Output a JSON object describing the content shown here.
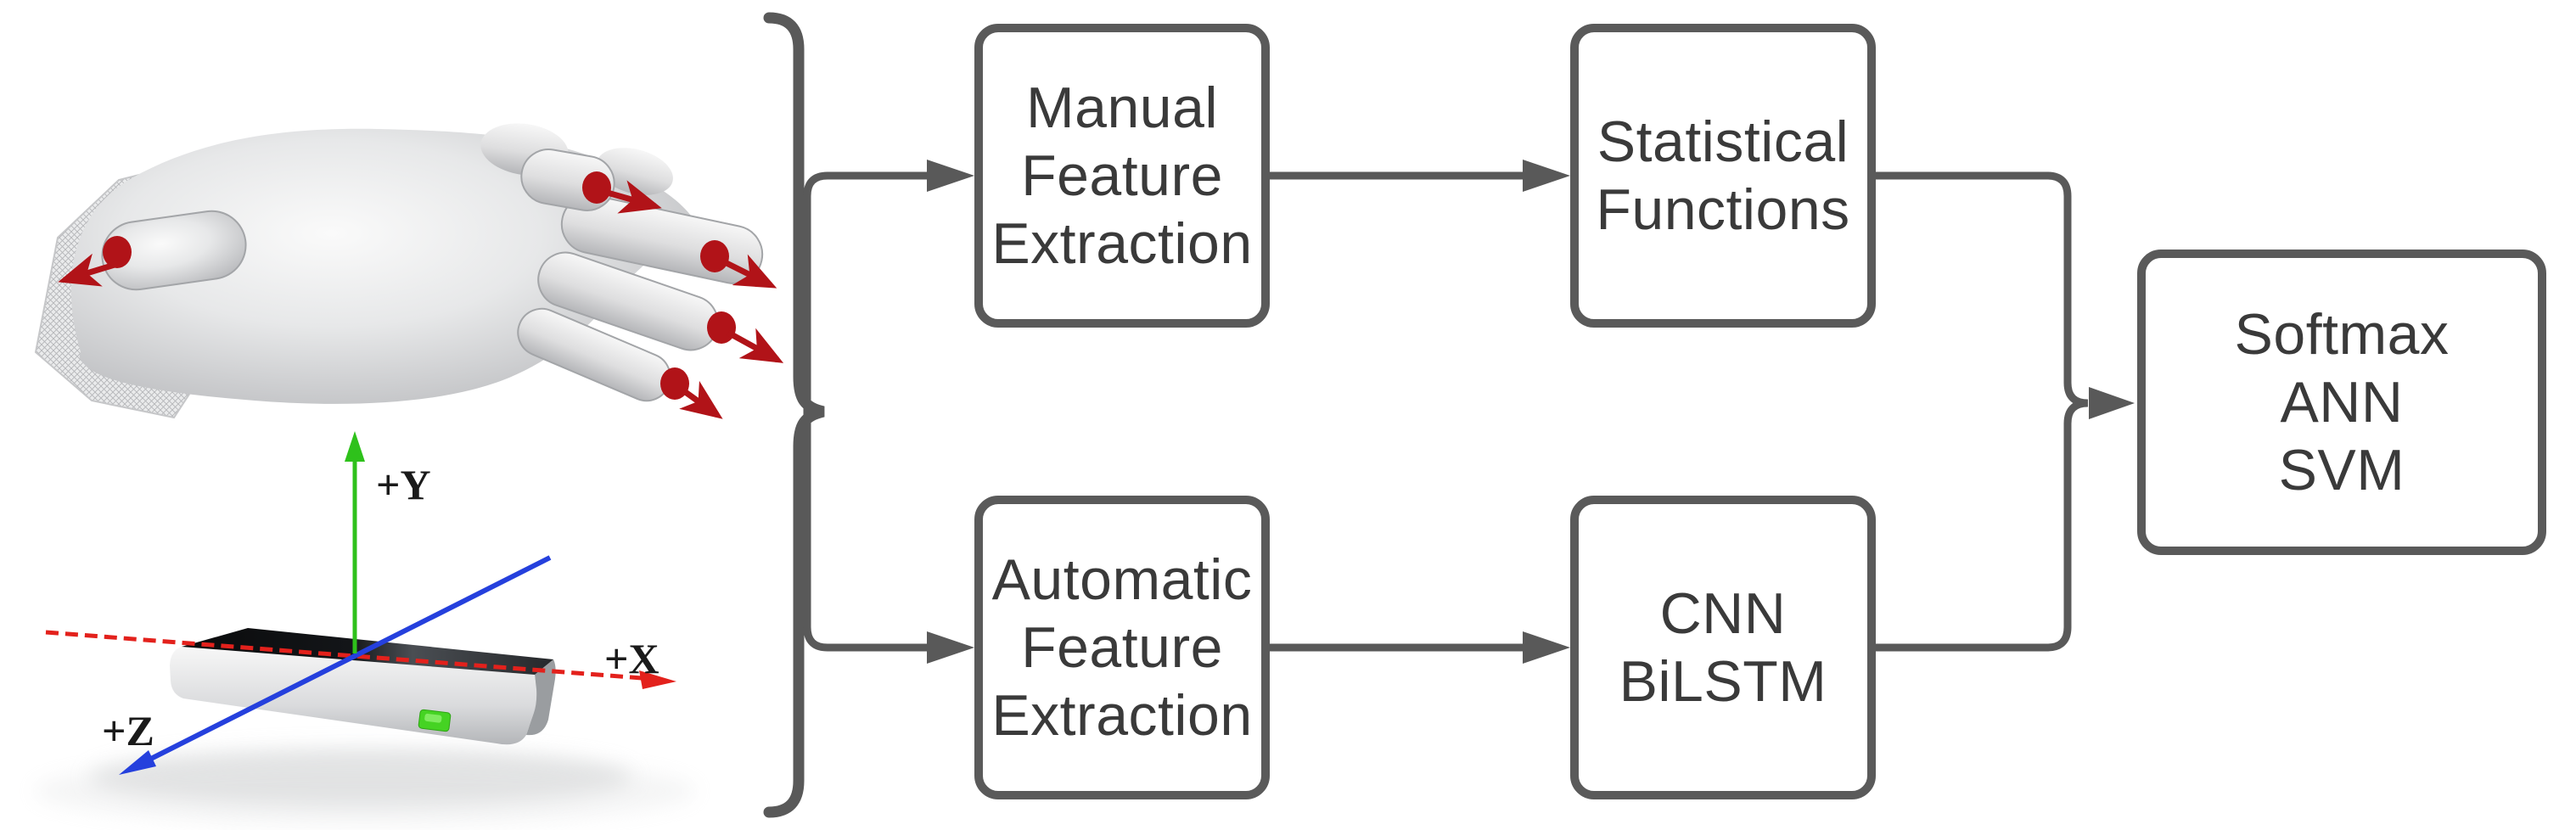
{
  "figure": {
    "pipeline_boxes": {
      "manual": {
        "lines": [
          "Manual",
          "Feature",
          "Extraction"
        ]
      },
      "statistical": {
        "lines": [
          "Statistical",
          "Functions"
        ]
      },
      "automatic": {
        "lines": [
          "Automatic",
          "Feature",
          "Extraction"
        ]
      },
      "cnn_bilstm": {
        "lines": [
          "CNN",
          "BiLSTM"
        ]
      },
      "classifiers": {
        "lines": [
          "Softmax",
          "ANN",
          "SVM"
        ]
      }
    },
    "sensor_axes": {
      "y": "+Y",
      "x": "+X",
      "z": "+Z"
    },
    "colors": {
      "connector_gray": "#595959",
      "box_border": "#5a5a5a",
      "box_text": "#3a3a3a",
      "fingertip_marker_red": "#b11318",
      "axis_x_red": "#e3211c",
      "axis_y_green": "#2ec11b",
      "axis_z_blue": "#2540dd",
      "led_green": "#45d323"
    }
  }
}
